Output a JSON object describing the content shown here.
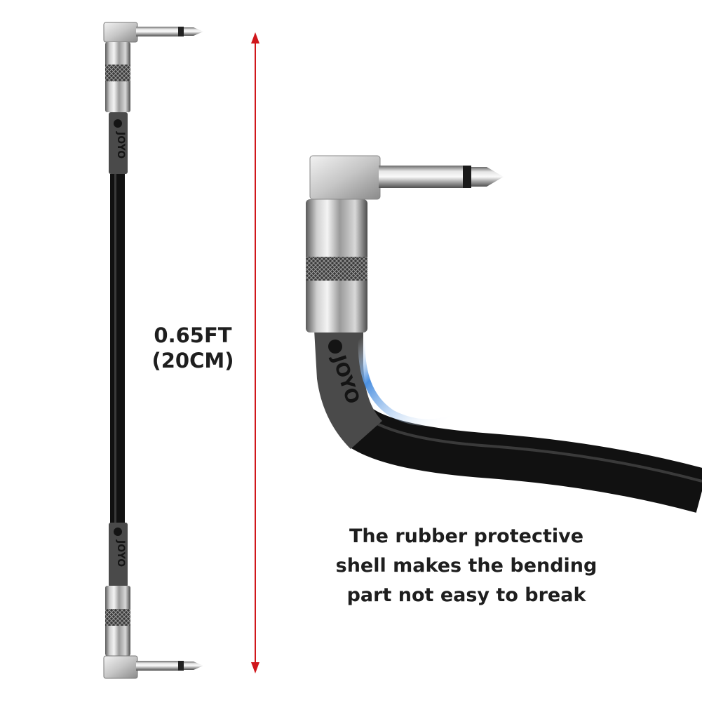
{
  "brand": {
    "logo_text": "JOYO"
  },
  "length_label": {
    "line1": "0.65FT",
    "line2": "(20CM)"
  },
  "caption": {
    "line1": "The rubber protective",
    "line2": "shell makes the bending",
    "line3": "part not easy to break"
  },
  "colors": {
    "measure_arrow": "#d0161b",
    "cable": "#111111",
    "boot": "#4a4a4a",
    "bend_highlight": "#4a8fe0",
    "text": "#1e1e1e"
  }
}
